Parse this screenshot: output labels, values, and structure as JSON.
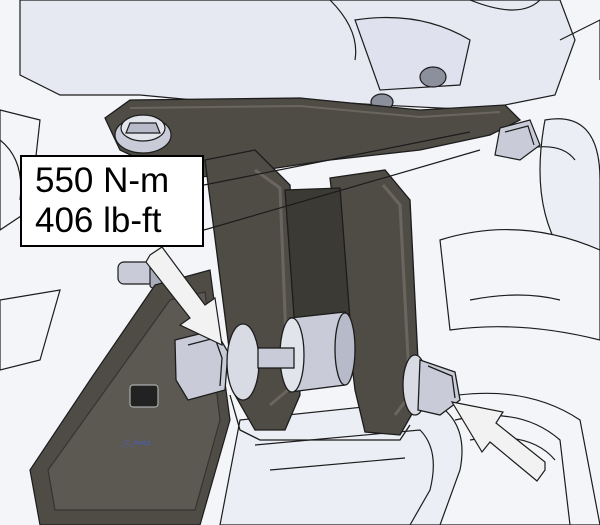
{
  "callout": {
    "torque_metric": "550 N-m",
    "torque_imperial": "406 lb-ft"
  },
  "axis_label": "_C_Axis1",
  "colors": {
    "bracket": "#4f4c46",
    "bracket_highlight": "#6a665f",
    "metal": "#c9ccd8",
    "outline": "#1c1c1c",
    "background_part": "#e7e9f2",
    "arrow_fill": "#f2f2f2",
    "axis_label": "#4a5fc0"
  },
  "icons": {
    "arrow_upper": "pointer-arrow-icon",
    "arrow_lower": "pointer-arrow-icon"
  }
}
